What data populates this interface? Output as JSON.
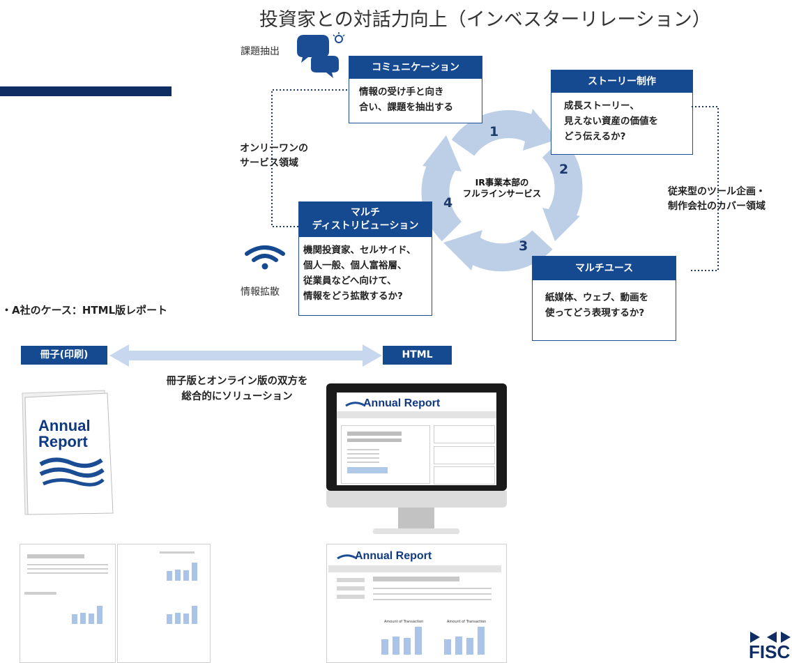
{
  "title": "投資家との対話力向上（インベスターリレーション）",
  "cycle": {
    "center_label": "IR事業本部の\nフルラインサービス",
    "steps": [
      "1",
      "2",
      "3",
      "4"
    ]
  },
  "boxes": {
    "communication": {
      "header": "コミュニケーション",
      "body": "情報の受け手と向き\n合い、課題を抽出する"
    },
    "story": {
      "header": "ストーリー制作",
      "body": "成長ストーリー、\n見えない資産の価値を\nどう伝えるか?"
    },
    "multiuse": {
      "header": "マルチユース",
      "body": "紙媒体、ウェブ、動画を\n使ってどう表現するか?"
    },
    "distribution": {
      "header": "マルチ\nディストリビューション",
      "body": "機関投資家、セルサイド、\n個人一般、個人富裕層、\n従業員などへ向けて、\n情報をどう拡散するか?"
    }
  },
  "labels": {
    "issue_extraction": "課題抽出",
    "only_one": "オンリーワンの\nサービス領域",
    "conventional": "従来型のツール企画・\n制作会社のカバー領域",
    "info_spread": "情報拡散"
  },
  "case": {
    "heading": "・A社のケース：HTML版レポート",
    "print_tag": "冊子(印刷)",
    "html_tag": "HTML",
    "solution_text": "冊子版とオンライン版の双方を\n総合的にソリューション",
    "annual_report": "Annual\nReport",
    "annual_report_web": "Annual Report",
    "chart_caption": "Amount of Transaction"
  },
  "logo": {
    "text": "FISC"
  },
  "colors": {
    "navy": "#154a91",
    "dark_navy": "#0f2d63",
    "light_blue": "#b9cde6",
    "bar_blue": "#a9c4e8"
  }
}
